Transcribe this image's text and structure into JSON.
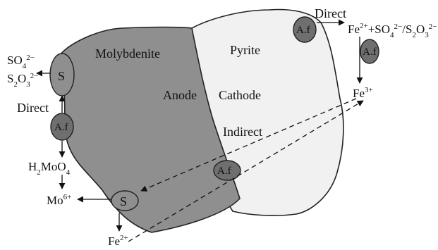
{
  "colors": {
    "molybdenite_fill": "#8f8f8f",
    "pyrite_fill": "#f1f1f1",
    "af_fill": "#6f6f6f",
    "outline": "#222222"
  },
  "grains": {
    "molybdenite": "Molybdenite",
    "pyrite": "Pyrite",
    "anode": "Anode",
    "cathode": "Cathode"
  },
  "mechanisms": {
    "direct_left": "Direct",
    "direct_right": "Direct",
    "indirect": "Indirect"
  },
  "bacteria": {
    "af_1": "A.f",
    "af_2": "A.f",
    "af_3": "A.f",
    "af_4": "A.f"
  },
  "sulfur": {
    "s_1": "S",
    "s_2": "S"
  },
  "species": {
    "so4_base": "SO",
    "so4_sub": "4",
    "so4_sup": "2−",
    "s2o3_a": "S",
    "s2o3_sub1": "2",
    "s2o3_b": "O",
    "s2o3_sub2": "3",
    "s2o3_sup": "2−",
    "h2moo4_a": "H",
    "h2moo4_sub1": "2",
    "h2moo4_b": "MoO",
    "h2moo4_sub2": "4",
    "mo_base": "Mo",
    "mo_sup": "6+",
    "fe2_base": "Fe",
    "fe2_sup": "2+",
    "fe3_base": "Fe",
    "fe3_sup": "3+",
    "prod_fe": "Fe",
    "prod_fe_sup": "2+",
    "prod_plus_so": "+SO",
    "prod_so4_sub": "4",
    "prod_so4_sup": "2−",
    "prod_slash_s": "/S",
    "prod_s2_sub": "2",
    "prod_o": "O",
    "prod_o3_sub": "3",
    "prod_o3_sup": "2−"
  }
}
